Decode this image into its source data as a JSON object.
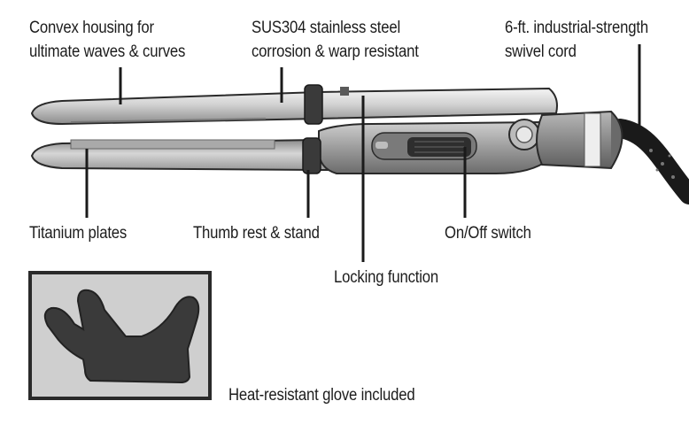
{
  "labels": {
    "convex_line1": "Convex housing for",
    "convex_line2": "ultimate waves & curves",
    "steel_line1": "SUS304 stainless steel",
    "steel_line2": "corrosion & warp resistant",
    "cord_line1": "6-ft. industrial-strength",
    "cord_line2": "swivel cord",
    "titanium": "Titanium plates",
    "thumb_rest": "Thumb rest & stand",
    "switch": "On/Off switch",
    "locking": "Locking function",
    "glove": "Heat-resistant glove included"
  },
  "icons": {
    "product": "flat-iron-illustration",
    "glove": "heat-resistant-glove-icon"
  }
}
